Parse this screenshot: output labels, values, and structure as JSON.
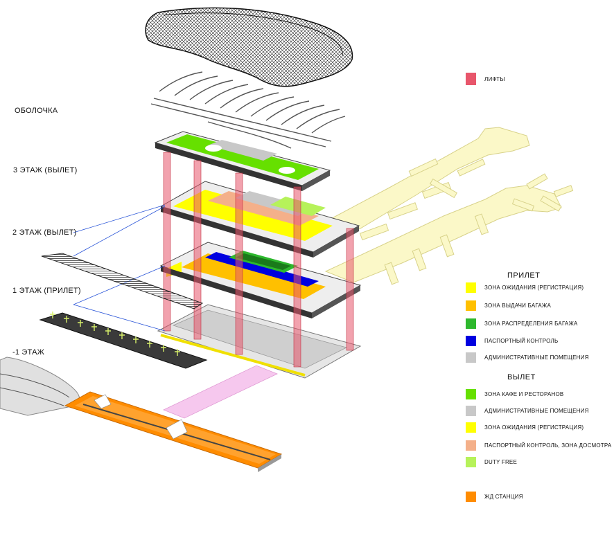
{
  "levels": {
    "shell": "ОБОЛОЧКА",
    "floor3": "3 ЭТАЖ (ВЫЛЕТ)",
    "floor2": "2 ЭТАЖ (ВЫЛЕТ)",
    "floor1": "1 ЭТАЖ (ПРИЛЕТ)",
    "basement": "-1 ЭТАЖ"
  },
  "legend": {
    "lifts": {
      "label": "ЛИФТЫ",
      "color": "#e8566b"
    },
    "arrivals": {
      "heading": "ПРИЛЕТ",
      "items": [
        {
          "label": "ЗОНА ОЖИДАНИЯ (РЕГИСТРАЦИЯ)",
          "color": "#ffff00"
        },
        {
          "label": "ЗОНА ВЫДАЧИ БАГАЖА",
          "color": "#ffc000"
        },
        {
          "label": "ЗОНА РАСПРЕДЕЛЕНИЯ БАГАЖА",
          "color": "#2db82d"
        },
        {
          "label": "ПАСПОРТНЫЙ КОНТРОЛЬ",
          "color": "#0000e0"
        },
        {
          "label": "АДМИНИСТРАТИВНЫЕ ПОМЕЩЕНИЯ",
          "color": "#c8c8c8"
        }
      ]
    },
    "departures": {
      "heading": "ВЫЛЕТ",
      "items": [
        {
          "label": "ЗОНА КАФЕ И РЕСТОРАНОВ",
          "color": "#66e000"
        },
        {
          "label": "АДМИНИСТРАТИВНЫЕ ПОМЕЩЕНИЯ",
          "color": "#c8c8c8"
        },
        {
          "label": "ЗОНА ОЖИДАНИЯ (РЕГИСТРАЦИЯ)",
          "color": "#ffff00"
        },
        {
          "label": "ПАСПОРТНЫЙ КОНТРОЛЬ, ЗОНА ДОСМОТРА",
          "color": "#f4b08a"
        },
        {
          "label": "DUTY FREE",
          "color": "#b6f25a"
        }
      ]
    },
    "railway": {
      "label": "ЖД СТАНЦИЯ",
      "color": "#ff8c00"
    }
  }
}
